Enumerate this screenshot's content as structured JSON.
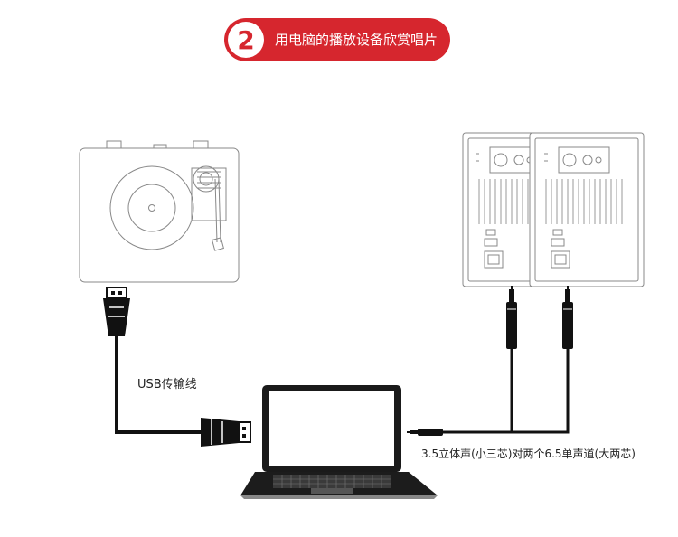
{
  "step": {
    "number": "2",
    "title": "用电脑的播放设备欣赏唱片"
  },
  "labels": {
    "usb_cable": "USB传输线",
    "audio_cable": "3.5立体声(小三芯)对两个6.5单声道(大两芯)"
  },
  "colors": {
    "accent": "#d6262e",
    "cable": "#111111",
    "outline": "#888888"
  }
}
